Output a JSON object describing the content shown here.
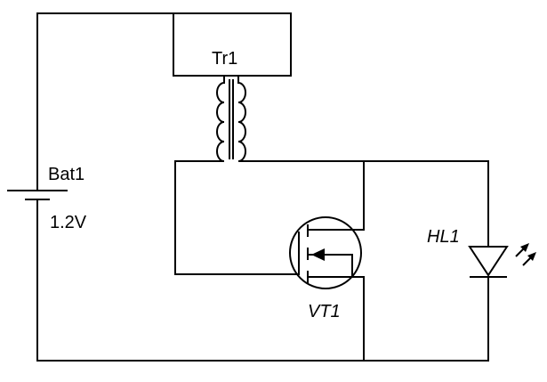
{
  "components": {
    "transformer": {
      "ref": "Tr1"
    },
    "battery": {
      "ref": "Bat1",
      "value": "1.2V"
    },
    "transistor": {
      "ref": "VT1"
    },
    "led": {
      "ref": "HL1"
    }
  }
}
